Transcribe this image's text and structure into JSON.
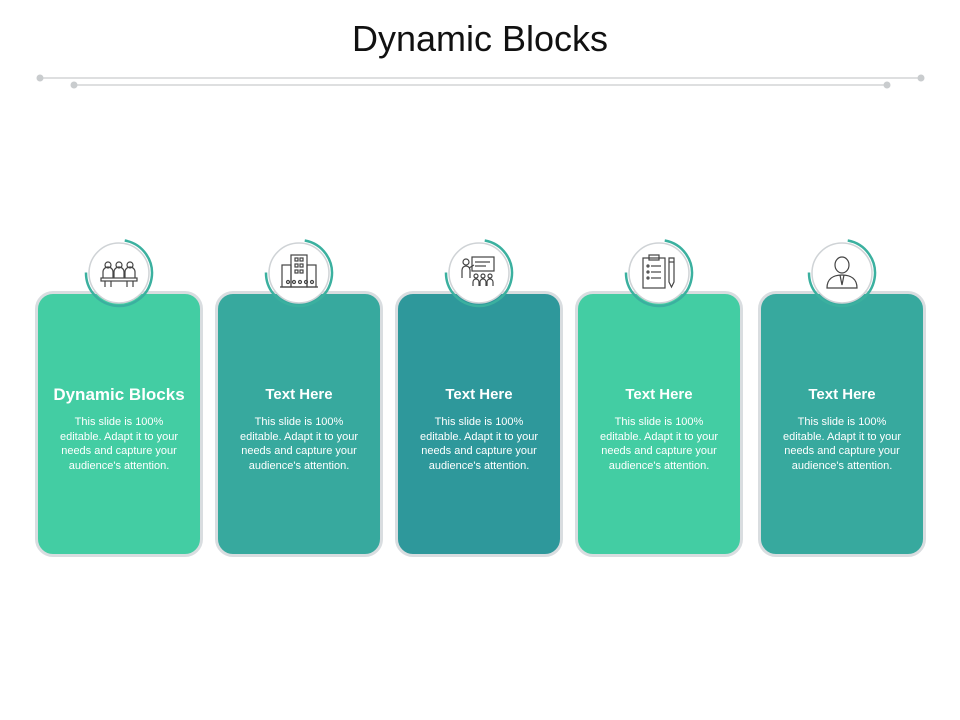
{
  "slide": {
    "title": "Dynamic Blocks"
  },
  "colors": {
    "teal_light": "#43cda3",
    "teal_mid": "#37a99e",
    "teal_dark": "#2e989b",
    "ring": "#3bb09f",
    "card_border": "#d9dde0",
    "divider": "#c9ccce"
  },
  "blocks": [
    {
      "heading": "Dynamic Blocks",
      "body": "This slide is 100% editable. Adapt it to your needs and capture your audience's attention.",
      "icon": "meeting-people-icon",
      "color": "#43cda3"
    },
    {
      "heading": "Text Here",
      "body": "This slide is 100% editable. Adapt it to your needs and capture your audience's attention.",
      "icon": "office-building-icon",
      "color": "#37a99e"
    },
    {
      "heading": "Text Here",
      "body": "This slide is 100% editable. Adapt it to your needs and capture your audience's attention.",
      "icon": "presentation-board-icon",
      "color": "#2e989b"
    },
    {
      "heading": "Text Here",
      "body": "This slide is 100% editable. Adapt it to your needs and capture your audience's attention.",
      "icon": "clipboard-pencil-icon",
      "color": "#43cda3"
    },
    {
      "heading": "Text Here",
      "body": "This slide is 100% editable. Adapt it to your needs and capture your audience's attention.",
      "icon": "businessman-icon",
      "color": "#37a99e"
    }
  ]
}
